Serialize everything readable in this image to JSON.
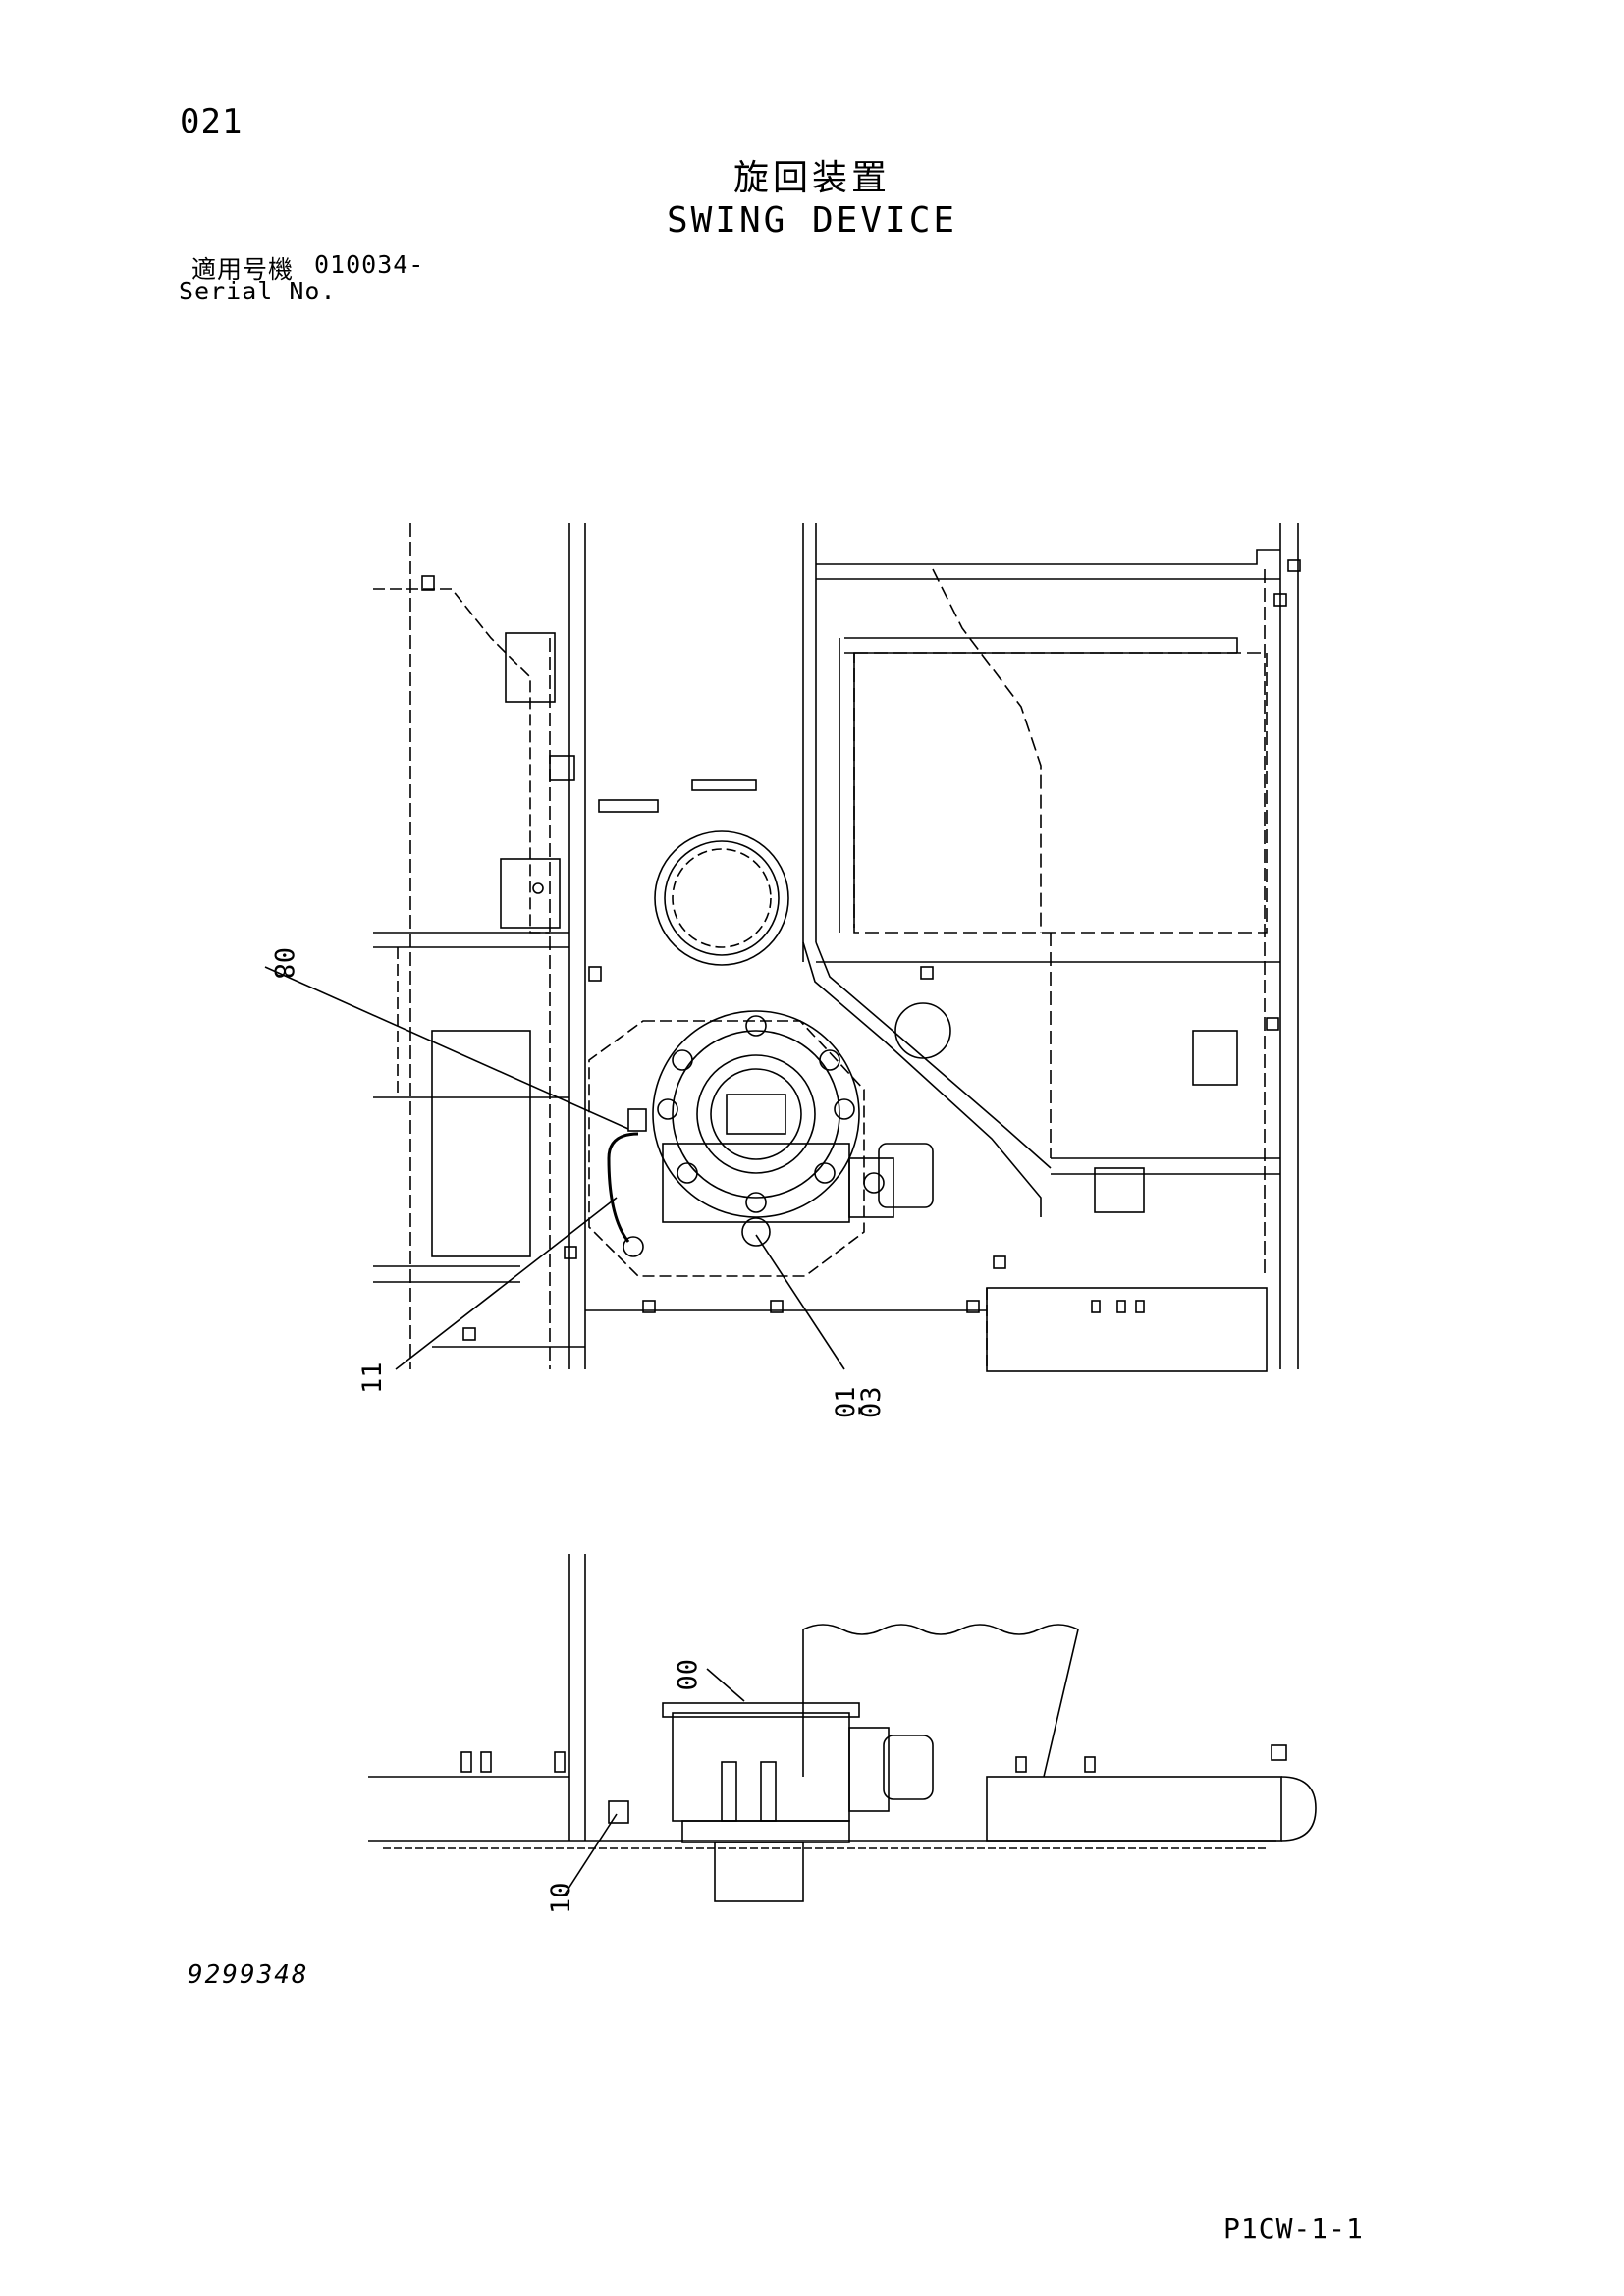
{
  "page_number": "021",
  "title": {
    "japanese": "旋回装置",
    "english": "SWING DEVICE"
  },
  "serial": {
    "label_japanese": "適用号機",
    "value": "010034-",
    "label_english": "Serial No."
  },
  "callouts": {
    "top_view": [
      "08",
      "11",
      "01\n-\n03"
    ],
    "side_view": [
      "00",
      "10"
    ]
  },
  "drawing_number": "9299348",
  "page_code": "P1CW-1-1"
}
